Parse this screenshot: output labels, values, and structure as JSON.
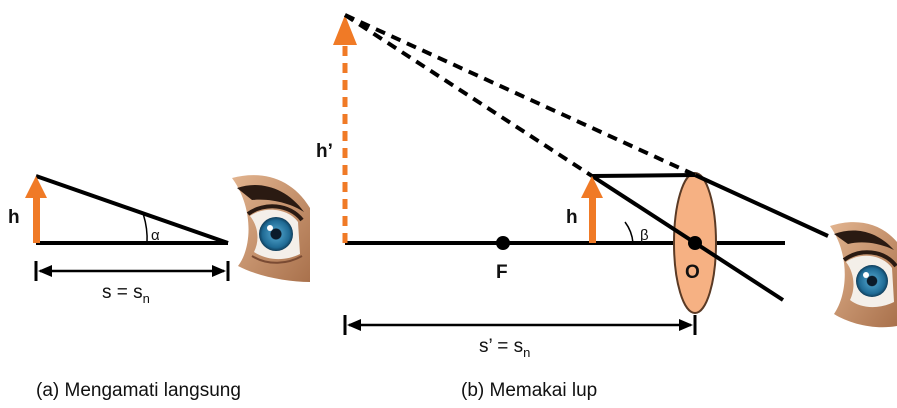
{
  "panel_a": {
    "object_label": "h",
    "angle_label": "α",
    "distance_main": "s = s",
    "distance_sub": "n",
    "caption": "(a) Mengamati langsung"
  },
  "panel_b": {
    "image_label": "h’",
    "object_label": "h",
    "angle_label": "β",
    "focus_label": "F",
    "lens_center_label": "O",
    "distance_main": "s’ = s",
    "distance_sub": "n",
    "caption": "(b) Memakai lup"
  },
  "colors": {
    "arrow": "#f07a26",
    "lens_fill": "#f6b183",
    "line": "#000000"
  },
  "icons": [
    "eye-icon",
    "eye-icon"
  ]
}
